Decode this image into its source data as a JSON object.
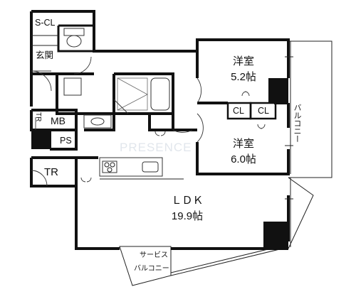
{
  "rooms": {
    "western_room_1": {
      "name": "洋室",
      "size": "5.2帖"
    },
    "western_room_2": {
      "name": "洋室",
      "size": "6.0帖"
    },
    "ldk": {
      "name": "ＬＤＫ",
      "size": "19.9帖"
    }
  },
  "labels": {
    "shoe_closet": "S-CL",
    "entrance": "玄関",
    "mb": "MB",
    "tr_small": "TR",
    "ps": "PS",
    "trunk_room": "TR",
    "closet_1": "CL",
    "closet_2": "CL",
    "balcony": "バルコニー",
    "service_balcony_line1": "サービス",
    "service_balcony_line2": "バルコニー"
  },
  "watermark": "PRESENCE"
}
